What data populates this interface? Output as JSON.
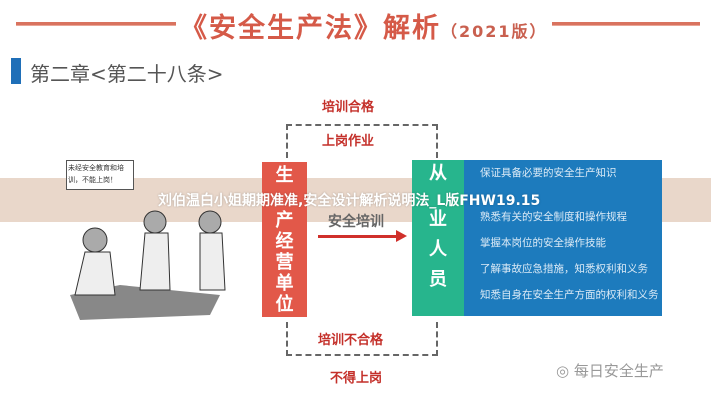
{
  "header": {
    "title": "《安全生产法》解析",
    "edition": "（2021版）"
  },
  "chapter": "第二章<第二十八条>",
  "cartoon": {
    "speech": "未经安全教育和培训，不能上岗！"
  },
  "flow": {
    "pass_label": "培训合格",
    "pass_result": "上岗作业",
    "fail_label": "培训不合格",
    "fail_result": "不得上岗",
    "arrow_label": "安全培训",
    "employer": [
      "生",
      "产",
      "经",
      "营",
      "单",
      "位"
    ],
    "employee": [
      "从",
      "业",
      "人",
      "员"
    ],
    "duties": [
      "保证具备必要的安全生产知识",
      "熟悉有关的安全制度和操作规程",
      "掌握本岗位的安全操作技能",
      "了解事故应急措施，知悉权利和义务",
      "知悉自身在安全生产方面的权利和义务"
    ]
  },
  "banner": "刘伯温白小姐期期准准,安全设计解析说明法_L版FHW19.15",
  "watermark": "每日安全生产"
}
